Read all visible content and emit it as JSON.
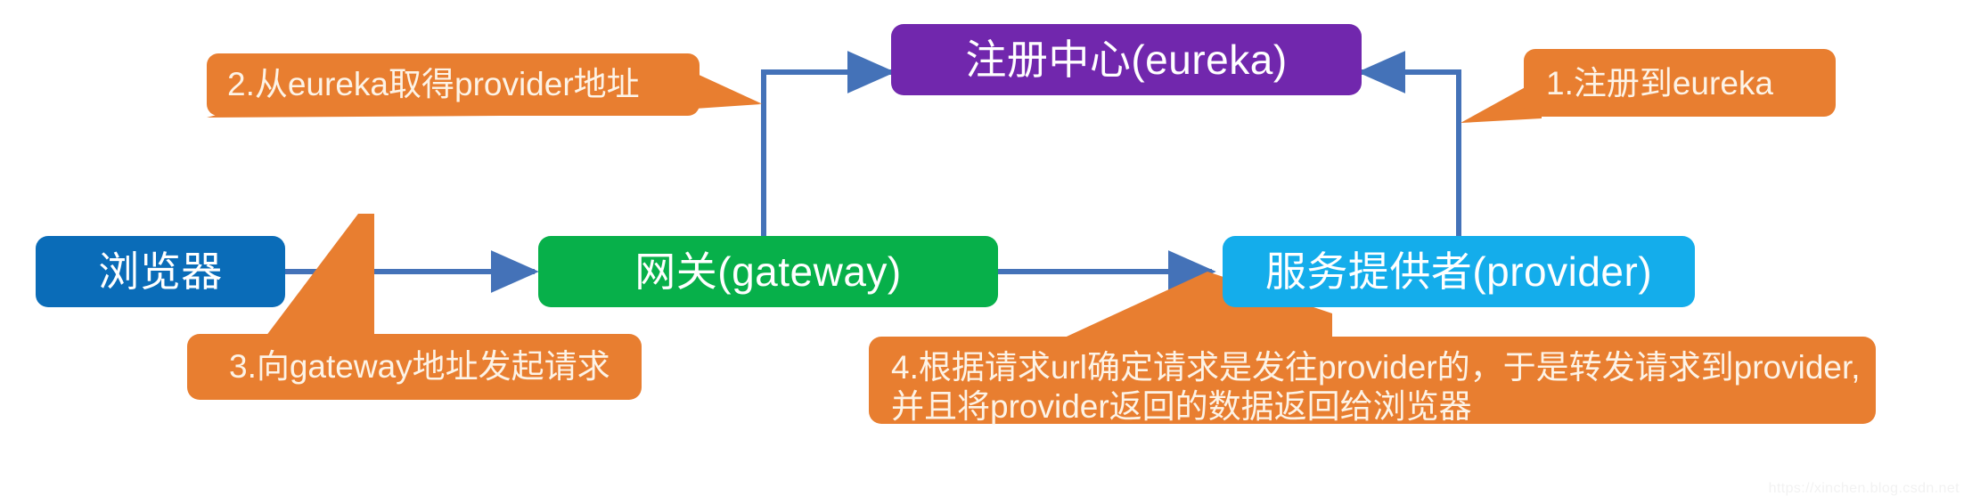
{
  "diagram": {
    "title": "Spring Cloud Gateway / Eureka request flow",
    "watermark": "https://xinchen.blog.csdn.net",
    "colors": {
      "eureka": "#7127ad",
      "browser": "#0a6cb8",
      "gateway": "#07b04a",
      "provider": "#14adeb",
      "callout": "#e87e30",
      "arrow": "#4472b8",
      "callout_text": "#fdf3e6",
      "background": "#ffffff"
    }
  },
  "nodes": [
    {
      "id": "eureka",
      "label": "注册中心(eureka)"
    },
    {
      "id": "browser",
      "label": "浏览器"
    },
    {
      "id": "gateway",
      "label": "网关(gateway)"
    },
    {
      "id": "provider",
      "label": "服务提供者(provider)"
    }
  ],
  "callouts": [
    {
      "id": "step1",
      "text": "1.注册到eureka"
    },
    {
      "id": "step2",
      "text": "2.从eureka取得provider地址"
    },
    {
      "id": "step3",
      "text": "3.向gateway地址发起请求"
    },
    {
      "id": "step4",
      "line1": "4.根据请求url确定请求是发往provider的，于是转发请求到provider,",
      "line2": "并且将provider返回的数据返回给浏览器"
    }
  ],
  "connections": [
    {
      "id": "browser-to-gateway",
      "from": "浏览器",
      "to": "网关(gateway)",
      "style": "straight-arrow"
    },
    {
      "id": "gateway-to-provider",
      "from": "网关(gateway)",
      "to": "服务提供者(provider)",
      "style": "straight-arrow"
    },
    {
      "id": "gateway-to-eureka",
      "from": "网关(gateway)",
      "to": "注册中心(eureka)",
      "style": "elbow-arrow"
    },
    {
      "id": "provider-to-eureka",
      "from": "服务提供者(provider)",
      "to": "注册中心(eureka)",
      "style": "elbow-arrow"
    }
  ]
}
